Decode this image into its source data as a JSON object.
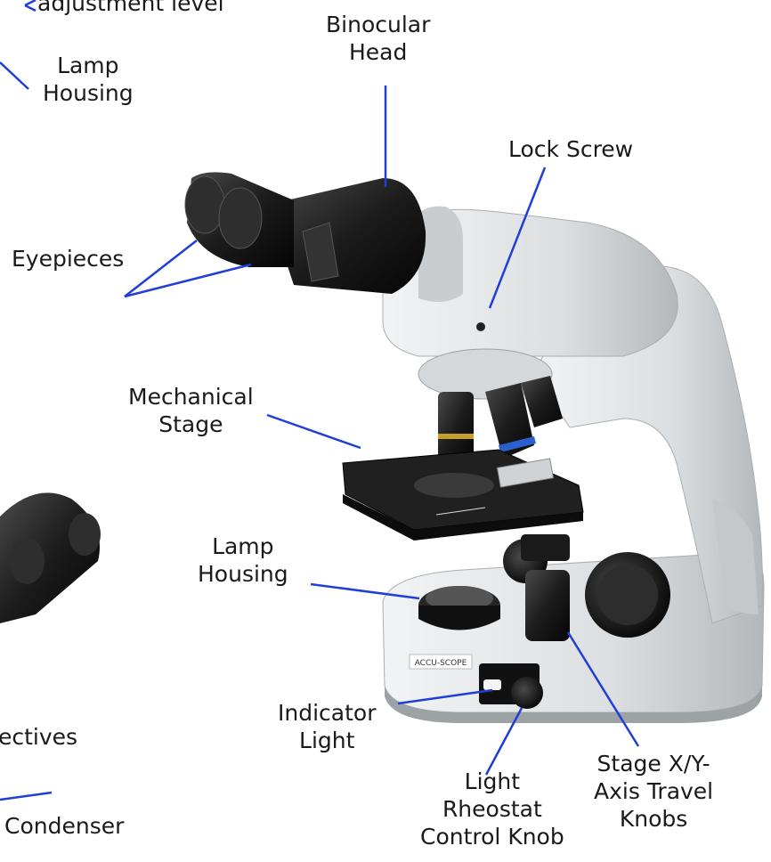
{
  "labels": {
    "adjustment_level": "adjustment level",
    "lamp_housing_top": [
      "Lamp",
      "Housing"
    ],
    "binocular_head": [
      "Binocular",
      "Head"
    ],
    "lock_screw": "Lock Screw",
    "eyepieces": "Eyepieces",
    "mechanical_stage": [
      "Mechanical",
      "Stage"
    ],
    "lamp_housing_mid": [
      "Lamp",
      "Housing"
    ],
    "indicator_light": [
      "Indicator",
      "Light"
    ],
    "light_rheostat": [
      "Light",
      "Rheostat",
      "Control Knob"
    ],
    "stage_knobs": [
      "Stage X/Y-",
      "Axis Travel",
      "Knobs"
    ],
    "objectives": "ectives",
    "condenser": "Condenser"
  },
  "brand_text": "ACCU-SCOPE",
  "colors": {
    "leader_line": "#1f3fd8",
    "body_light": "#dfe2e3",
    "body_shadow": "#b9bdc0",
    "black_part": "#1b1b1b"
  }
}
